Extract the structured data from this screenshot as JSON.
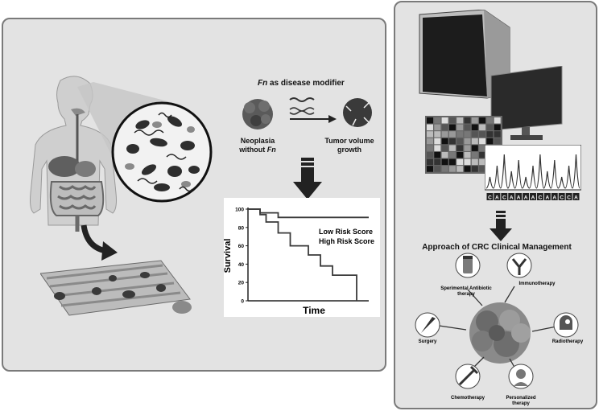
{
  "disease_modifier": {
    "title_prefix": "Fn",
    "title_suffix": " as disease modifier",
    "neoplasia_line1": "Neoplasia",
    "neoplasia_line2_prefix": "without ",
    "neoplasia_line2_italic": "Fn",
    "growth_line1": "Tumor volume",
    "growth_line2": "growth"
  },
  "chart_data": {
    "type": "line",
    "ylabel": "Survival",
    "xlabel": "Time",
    "yticks": [
      0,
      20,
      40,
      60,
      80,
      100
    ],
    "ylim": [
      0,
      100
    ],
    "x_range": [
      0,
      10
    ],
    "series": [
      {
        "name": "Low Risk Score",
        "x": [
          0,
          1,
          1,
          2.5,
          2.5,
          10
        ],
        "y": [
          100,
          100,
          96,
          96,
          91,
          91
        ]
      },
      {
        "name": "High Risk Score",
        "x": [
          0,
          1,
          1,
          1.5,
          1.5,
          2.5,
          2.5,
          3.5,
          3.5,
          5,
          5,
          6,
          6,
          7,
          7,
          9,
          9
        ],
        "y": [
          100,
          100,
          94,
          94,
          86,
          86,
          74,
          74,
          60,
          60,
          50,
          50,
          38,
          38,
          28,
          28,
          0
        ]
      }
    ]
  },
  "management": {
    "title": "Approach of CRC Clinical Management",
    "items": {
      "antibiotic_line1": "Sperimental Antibiotic",
      "antibiotic_line2": "therapy",
      "immunotherapy": "Immunotherapy",
      "surgery": "Surgery",
      "radiotherapy": "Radiotherapy",
      "chemotherapy": "Chemotherapy",
      "personalized_line1": "Personalized",
      "personalized_line2": "therapy"
    }
  },
  "sequencer": {
    "bases": [
      "C",
      "A",
      "C",
      "A",
      "A",
      "A",
      "A",
      "C",
      "A",
      "A",
      "C",
      "C",
      "A"
    ]
  }
}
